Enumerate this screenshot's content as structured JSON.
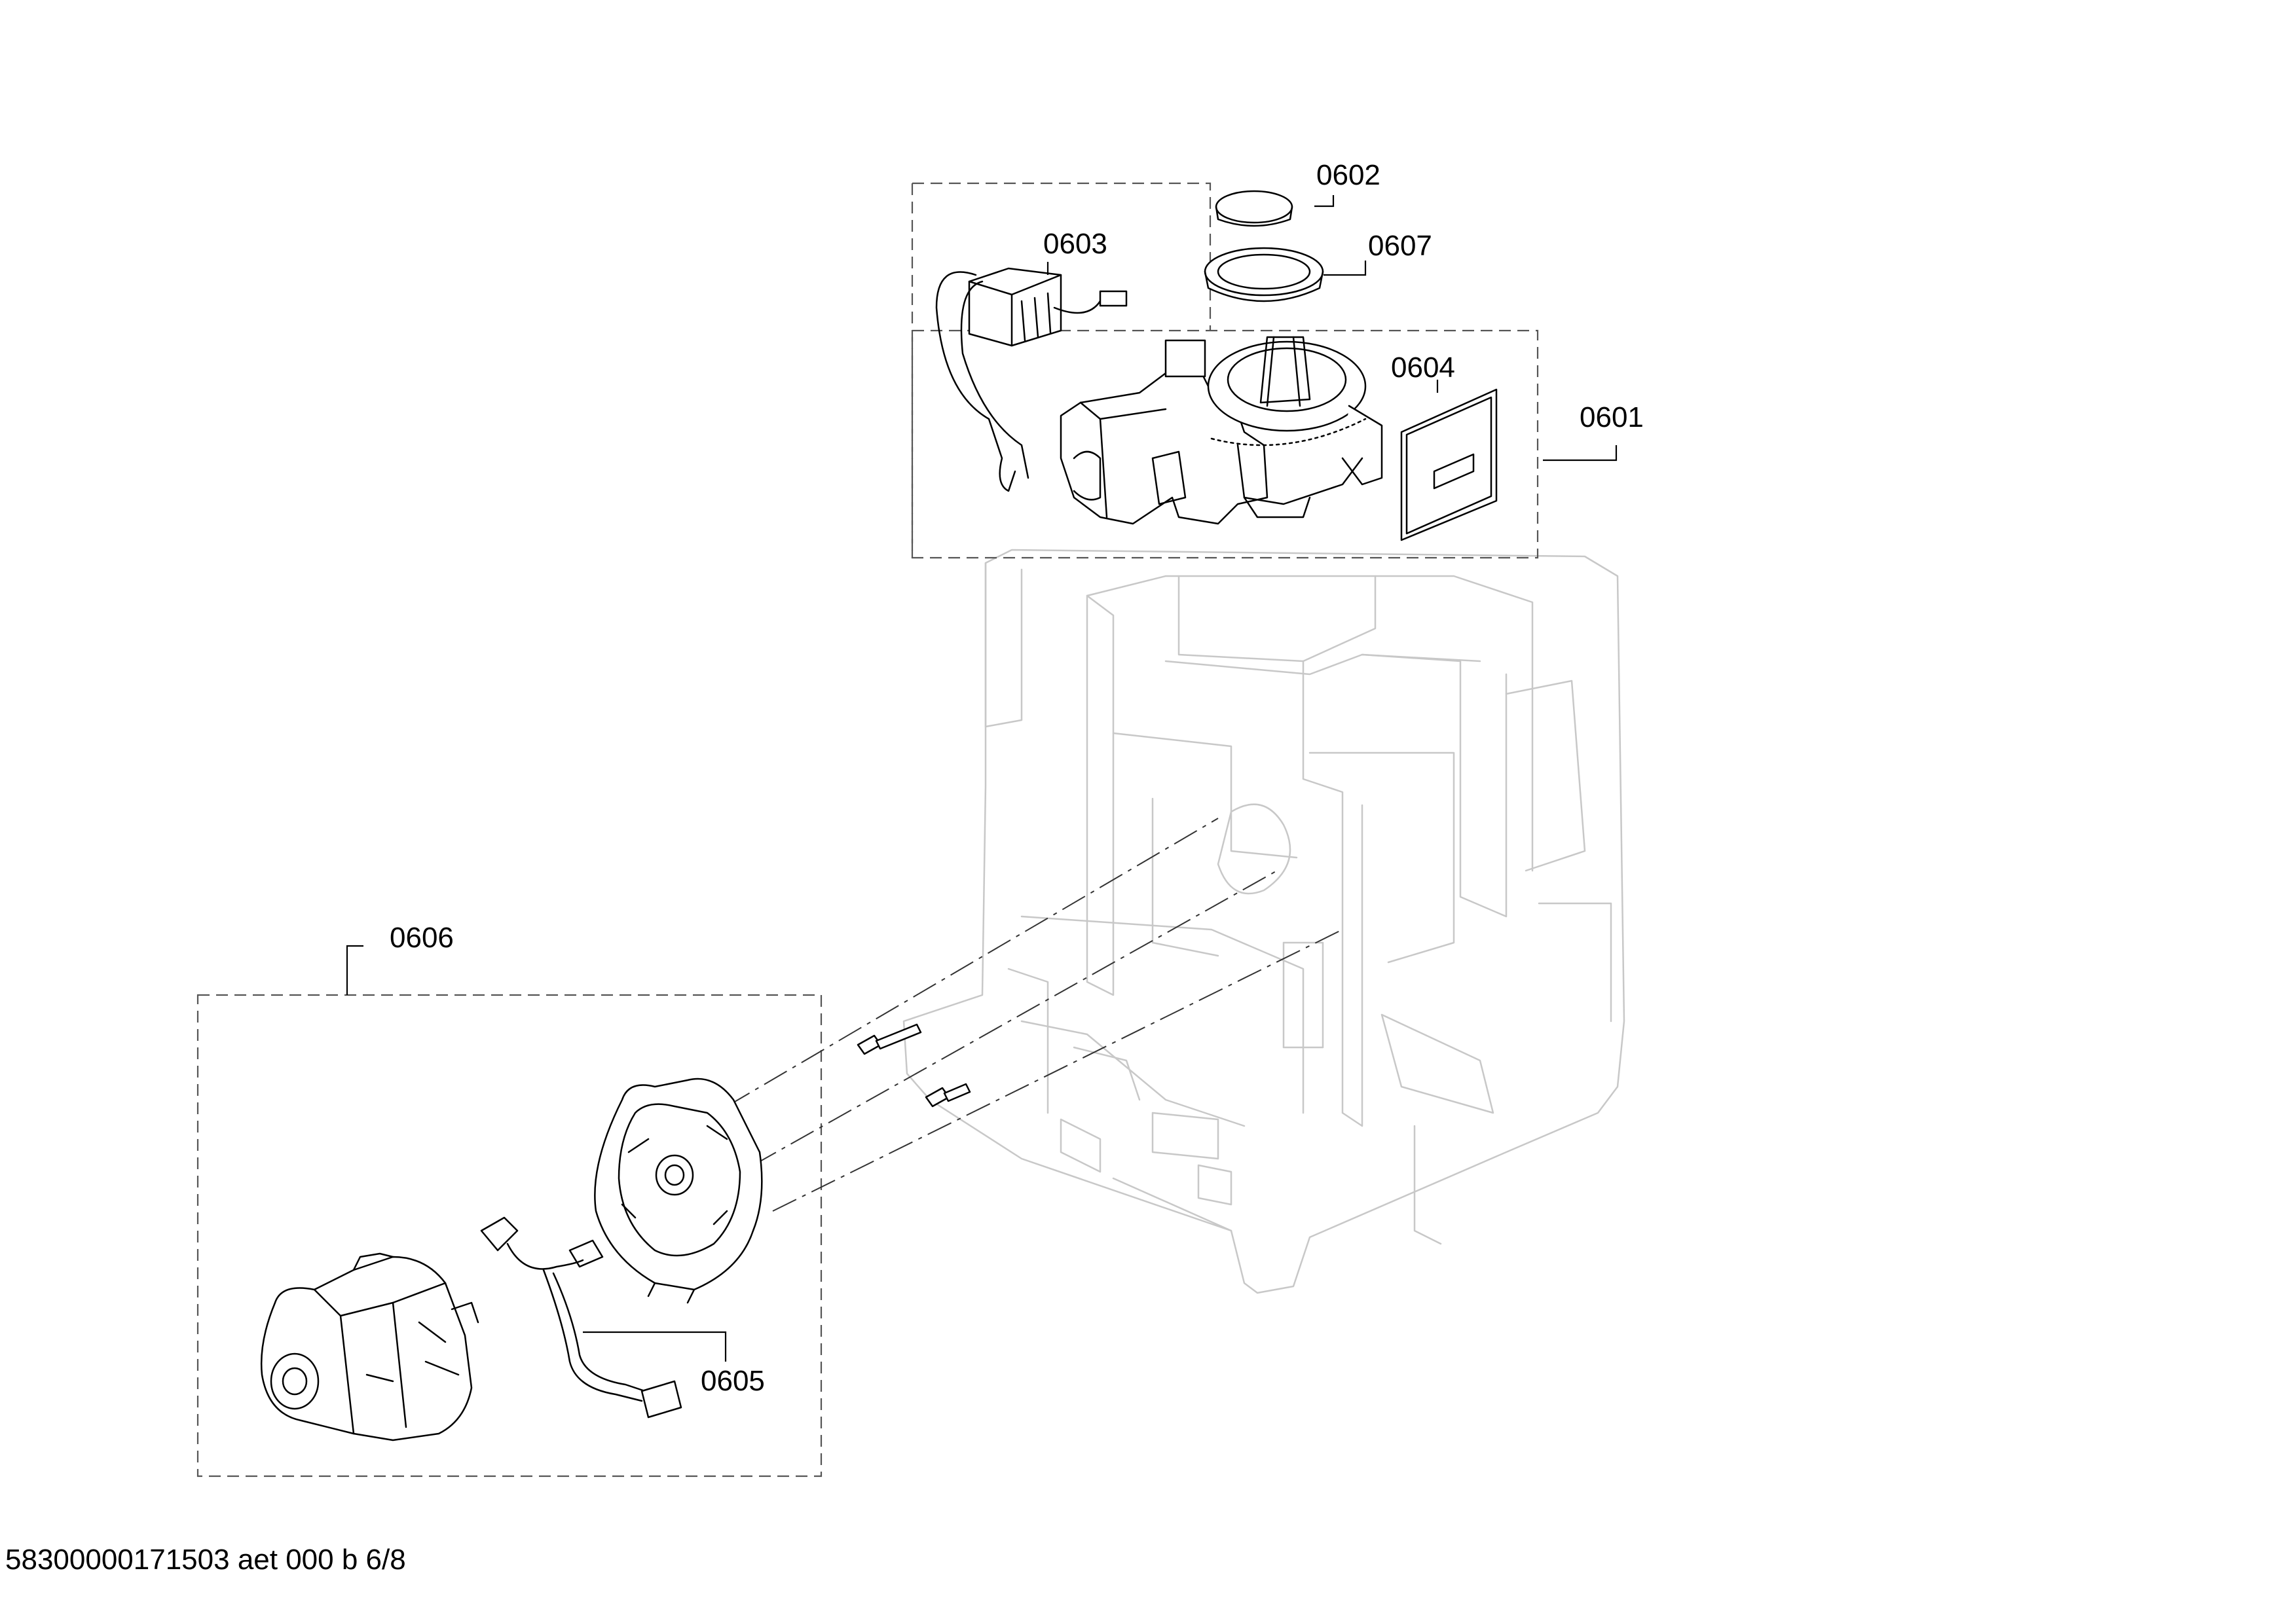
{
  "labels": {
    "p0601": "0601",
    "p0602": "0602",
    "p0603": "0603",
    "p0604": "0604",
    "p0605": "0605",
    "p0606": "0606",
    "p0607": "0607"
  },
  "footer": "58300000171503 aet 000 b 6/8"
}
